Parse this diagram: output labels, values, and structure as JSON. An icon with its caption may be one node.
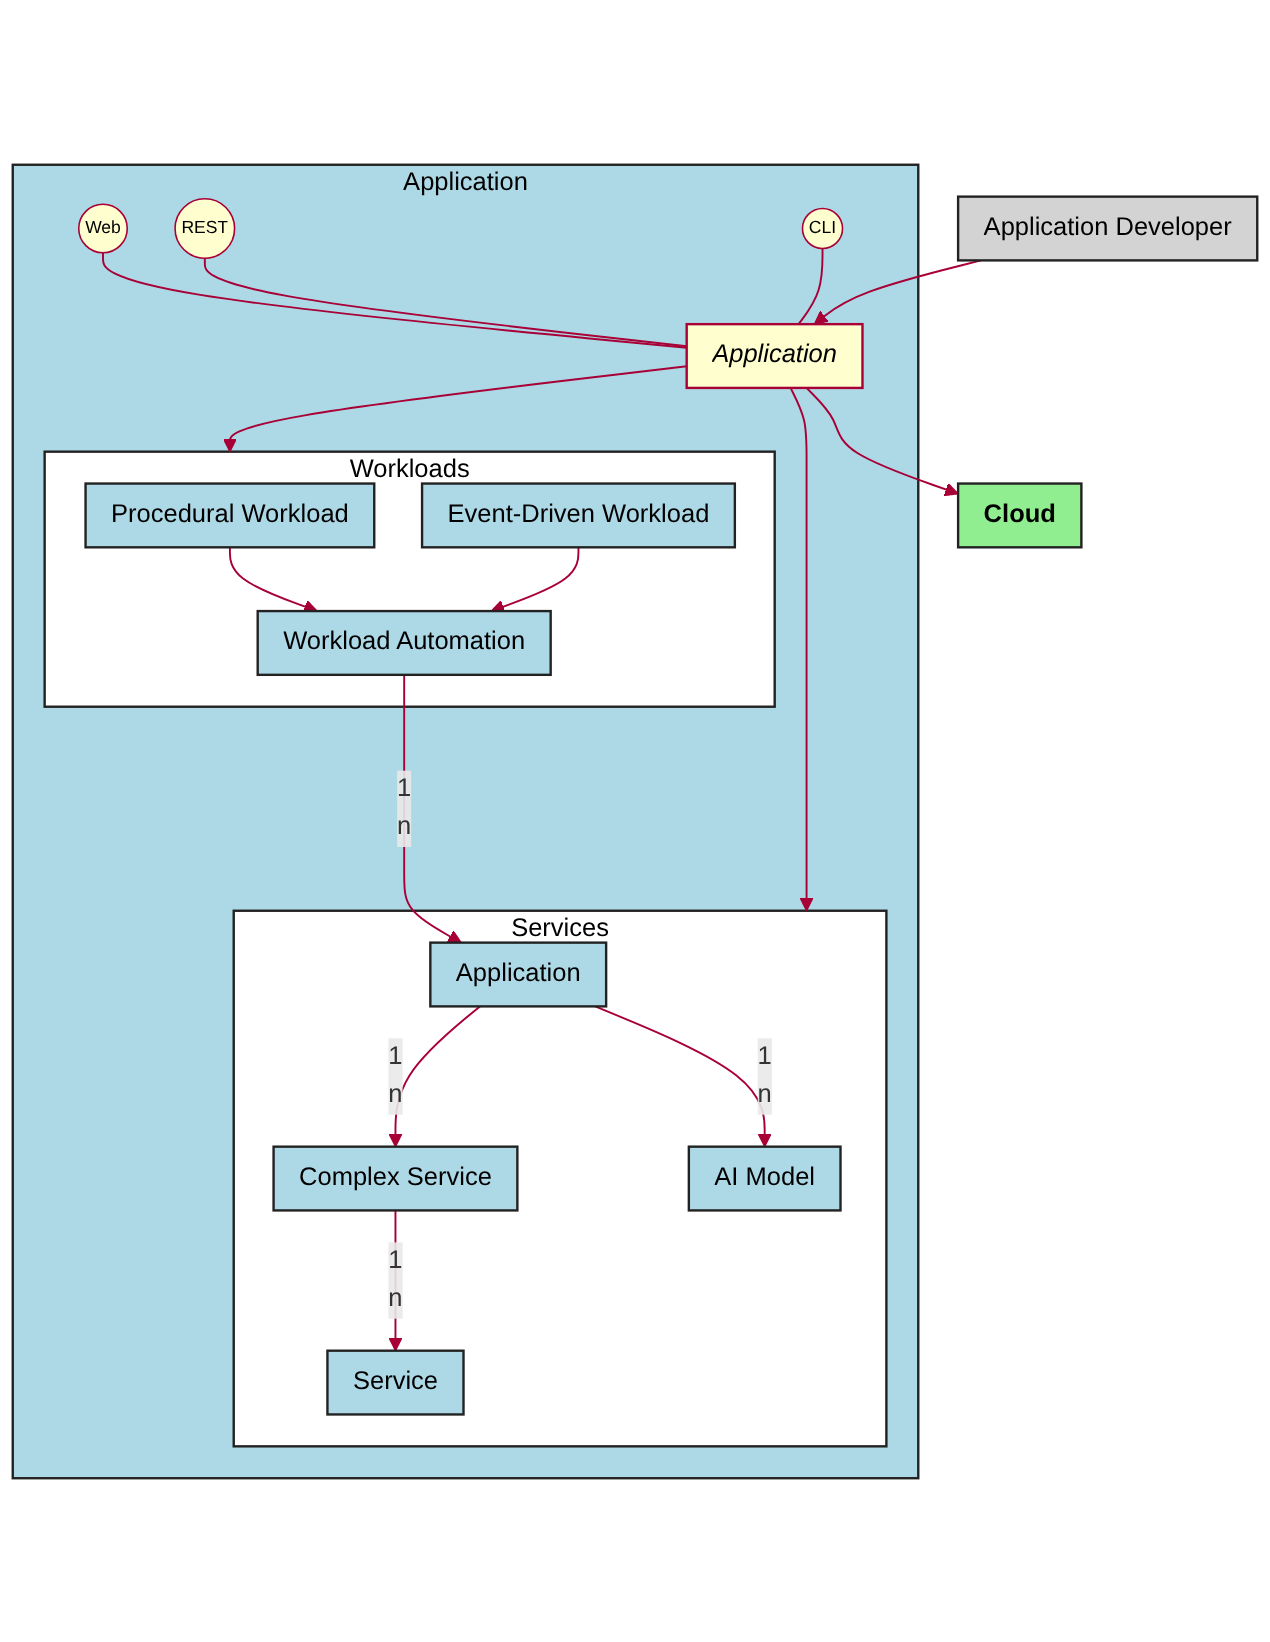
{
  "diagram": {
    "nodes": [
      {
        "text": [
          "Application"
        ]
      },
      {
        "text": [
          "Web"
        ],
        "in": 0
      },
      {
        "text": [
          "REST"
        ],
        "in": 0
      },
      {
        "text": [
          "CLI"
        ],
        "in": 0
      },
      {
        "text": [
          "Application"
        ],
        "in": 0
      },
      {
        "text": [
          "Application Developer"
        ]
      },
      {
        "text": [
          "Cloud"
        ]
      },
      {
        "text": [
          "Workloads"
        ],
        "in": 0
      },
      {
        "text": [
          "Procedural Workload"
        ],
        "in": 7
      },
      {
        "text": [
          "Event-Driven Workload"
        ],
        "in": 7
      },
      {
        "text": [
          "Workload Automation"
        ],
        "in": 7
      },
      {
        "text": [
          "Services"
        ],
        "in": 0
      },
      {
        "text": [
          "Application"
        ],
        "in": 11
      },
      {
        "text": [
          "Complex Service"
        ],
        "in": 11
      },
      {
        "text": [
          "AI Model"
        ],
        "in": 11
      },
      {
        "text": [
          "Service"
        ],
        "in": 11
      }
    ],
    "edges": [
      {
        "from": 1,
        "to": 4,
        "arrow": "none"
      },
      {
        "from": 2,
        "to": 4,
        "arrow": "none"
      },
      {
        "from": 3,
        "to": 4,
        "arrow": "none"
      },
      {
        "from": 5,
        "to": 4,
        "arrow": "to"
      },
      {
        "from": 4,
        "to": 6,
        "arrow": "to"
      },
      {
        "from": 4,
        "to": 7,
        "arrow": "to"
      },
      {
        "from": 4,
        "to": 11,
        "arrow": "to"
      },
      {
        "from": 8,
        "to": 10,
        "arrow": "to"
      },
      {
        "from": 9,
        "to": 10,
        "arrow": "to"
      },
      {
        "from": 10,
        "to": 12,
        "arrow": "to"
      },
      {
        "from": 12,
        "to": 13,
        "arrow": "to"
      },
      {
        "from": 12,
        "to": 14,
        "arrow": "to"
      },
      {
        "from": 13,
        "to": 15,
        "arrow": "to"
      }
    ],
    "labels": [
      "1",
      "n",
      "1",
      "n",
      "1",
      "n",
      "1",
      "n"
    ]
  }
}
